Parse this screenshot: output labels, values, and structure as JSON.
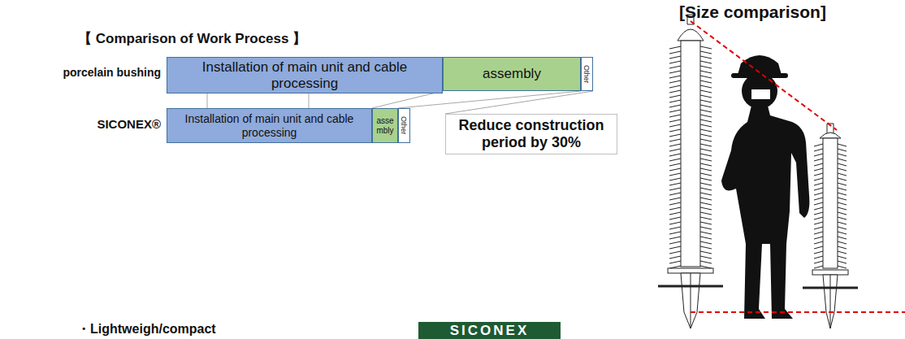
{
  "diagram": {
    "nodes": [
      {
        "text": [
          "Installation of main unit and cable processing"
        ]
      },
      {
        "text": [
          "assembly"
        ]
      },
      {
        "text": [
          "Other"
        ]
      },
      {
        "text": [
          "Installation of main unit and cable processing"
        ]
      },
      {
        "text": [
          "asse mbly"
        ]
      },
      {
        "text": [
          "Other"
        ]
      },
      {
        "text": [
          "Reduce construction period by 30%"
        ]
      }
    ],
    "labels": [
      "[Size comparison]",
      "【 Comparison of Work Process 】",
      "porcelain bushing",
      "SICONEX®",
      "・Lightweigh/compact",
      "SICONEX"
    ]
  }
}
